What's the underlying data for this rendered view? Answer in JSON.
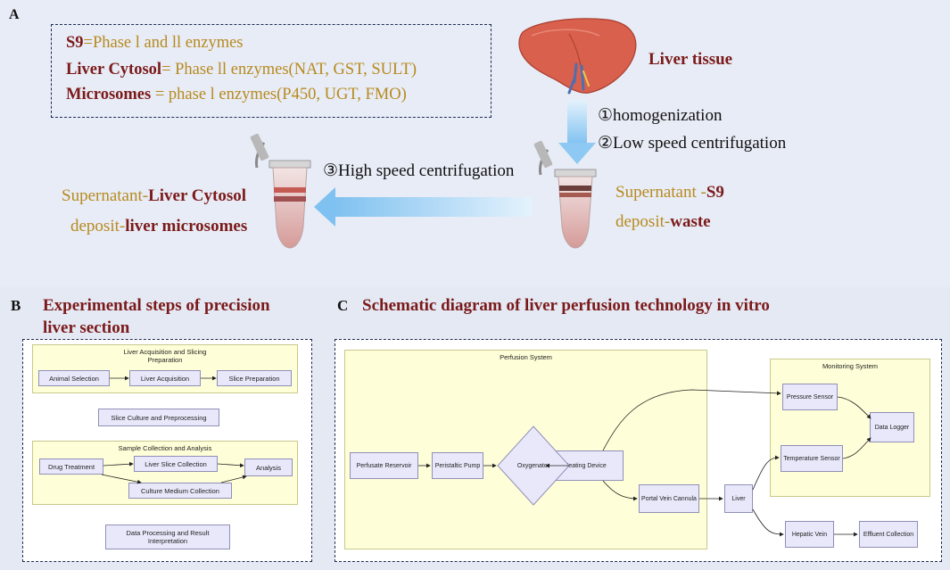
{
  "panel_a": {
    "letter": "A",
    "enzymes": {
      "line1_key": "S9",
      "line1_rest": "=Phase l and ll enzymes",
      "line2_key": "Liver Cytosol",
      "line2_rest": "= Phase ll enzymes(NAT, GST, SULT)",
      "line3_key": "Microsomes",
      "line3_rest": " = phase l enzymes(P450, UGT, FMO)"
    },
    "liver_label": "Liver tissue",
    "step1": "①homogenization",
    "step2": "②Low speed centrifugation",
    "step3": "③High speed centrifugation",
    "right_tube": {
      "sup_prefix": "Supernatant -",
      "sup_key": "S9",
      "dep_prefix": "deposit-",
      "dep_key": "waste"
    },
    "left_tube": {
      "sup_prefix": "Supernatant-",
      "sup_key": "Liver Cytosol",
      "dep_prefix": "deposit-",
      "dep_key": "liver microsomes"
    },
    "colors": {
      "title_red": "#7b1a1a",
      "gold": "#b78a1f",
      "arrow_blue": "#8ec9f3",
      "liver": "#d9604c"
    }
  },
  "panel_b": {
    "letter": "B",
    "title_line1": "Experimental steps of precision",
    "title_line2": "liver section",
    "cluster1_title_l1": "Liver Acquisition and Slicing",
    "cluster1_title_l2": "Preparation",
    "animal_selection": "Animal Selection",
    "liver_acquisition": "Liver Acquisition",
    "slice_preparation": "Slice Preparation",
    "slice_culture": "Slice Culture and Preprocessing",
    "cluster2_title": "Sample Collection and Analysis",
    "drug_treatment": "Drug Treatment",
    "liver_slice_collection": "Liver Slice Collection",
    "analysis": "Analysis",
    "culture_medium": "Culture Medium Collection",
    "data_processing_l1": "Data Processing and Result",
    "data_processing_l2": "Interpretation"
  },
  "panel_c": {
    "letter": "C",
    "title": "Schematic diagram of liver perfusion technology in vitro",
    "perfusion_system": "Perfusion System",
    "monitoring_system": "Monitoring System",
    "perfusate_reservoir": "Perfusate Reservoir",
    "peristaltic_pump": "Peristaltic Pump",
    "oxygenator": "Oxygenator",
    "heating_device": "Heating Device",
    "portal_vein_cannula": "Portal Vein Cannula",
    "liver": "Liver",
    "pressure_sensor": "Pressure Sensor",
    "temperature_sensor": "Temperature Sensor",
    "data_logger": "Data Logger",
    "hepatic_vein": "Hepatic Vein",
    "effluent_collection": "Effluent Collection"
  }
}
